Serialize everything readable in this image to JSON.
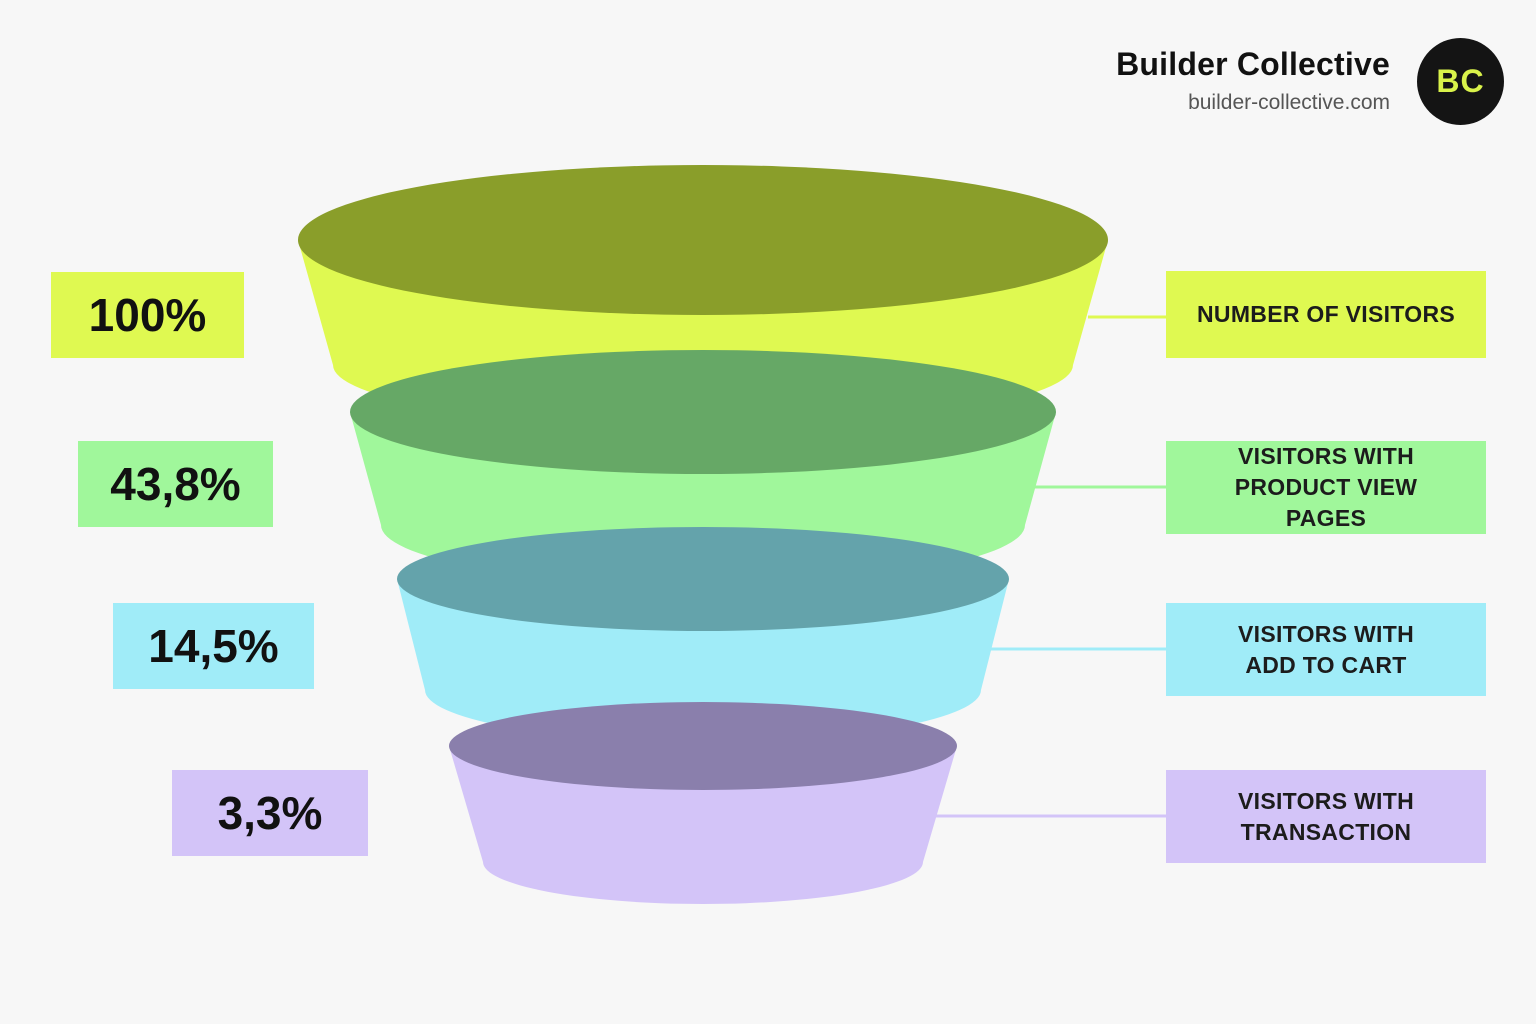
{
  "brand": {
    "name": "Builder Collective",
    "url": "builder-collective.com",
    "logo_text": "BC"
  },
  "colors": {
    "stage1": "#dff951",
    "stage1_top": "#8a9e2a",
    "stage2": "#a0f79b",
    "stage2_top": "#66a866",
    "stage3": "#a0ecf8",
    "stage3_top": "#64a3ab",
    "stage4": "#d3c4f8",
    "stage4_top": "#8a7fac"
  },
  "chart_data": {
    "type": "funnel",
    "stages": [
      {
        "label": "NUMBER OF VISITORS",
        "percent_text": "100%",
        "value": 100
      },
      {
        "label": "VISITORS WITH PRODUCT VIEW PAGES",
        "percent_text": "43,8%",
        "value": 43.8
      },
      {
        "label": "VISITORS WITH ADD TO CART",
        "percent_text": "14,5%",
        "value": 14.5
      },
      {
        "label": "VISITORS WITH TRANSACTION",
        "percent_text": "3,3%",
        "value": 3.3
      }
    ]
  }
}
